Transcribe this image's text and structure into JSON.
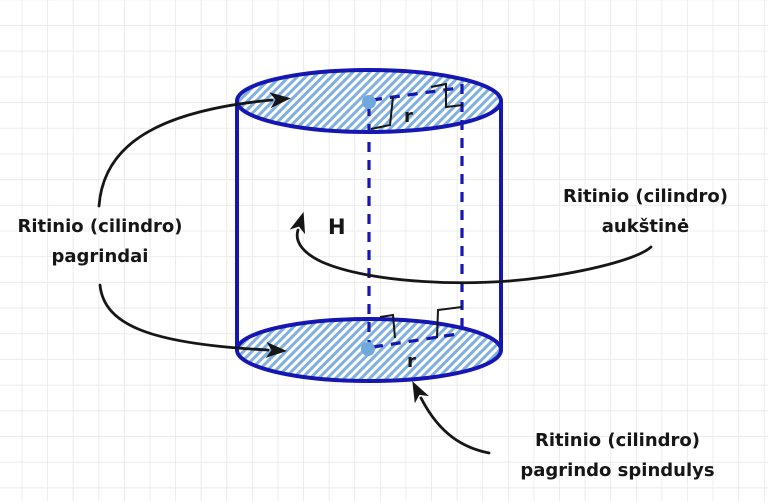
{
  "labels": {
    "bases": {
      "line1": "Ritinio (cilindro)",
      "line2": "pagrindai"
    },
    "height": {
      "line1": "Ritinio (cilindro)",
      "line2": "aukštinė"
    },
    "radius": {
      "line1": "Ritinio (cilindro)",
      "line2": "pagrindo spindulys"
    },
    "height_symbol": "H",
    "radius_symbol_top": "r",
    "radius_symbol_bottom": "r"
  },
  "colors": {
    "outline": "#1616b2",
    "hatch": "#7fb0e0",
    "dot": "#6fa8dc",
    "ink": "#161616",
    "grid": "#ececec",
    "background": "#ffffff"
  }
}
